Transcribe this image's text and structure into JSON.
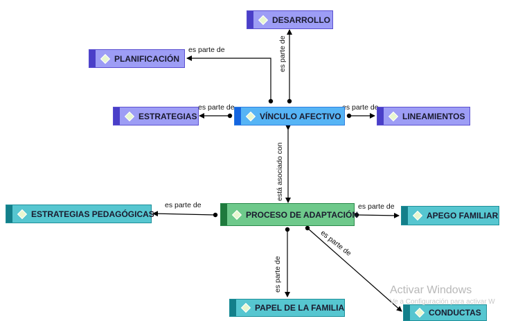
{
  "nodes": {
    "desarrollo": "DESARROLLO",
    "planificacion": "PLANIFICACIÓN",
    "estrategias": "ESTRATEGIAS",
    "vinculo": "VÍNCULO AFECTIVO",
    "lineamientos": "LINEAMIENTOS",
    "estrategias_pedagogicas": "ESTRATEGIAS PEDAGÓGICAS",
    "proceso": "PROCESO DE ADAPTACIÓN",
    "apego": "APEGO FAMILIAR",
    "papel": "PAPEL DE LA FAMILIA",
    "conductas": "CONDUCTAS"
  },
  "edges": {
    "desarrollo": "es parte de",
    "planificacion": "es parte de",
    "estrategias": "es parte de",
    "lineamientos": "es parte de",
    "asociado": "está asociado con",
    "estrategias_pedagogicas": "es parte de",
    "apego": "es parte de",
    "papel": "es parte de",
    "conductas": "es parte de"
  },
  "watermark": {
    "title": "Activar Windows",
    "subtitle": "Ve a Configuración para activar W"
  },
  "colors": {
    "purple": "#9d9df5",
    "blue": "#56b4f5",
    "green": "#6ec98b",
    "teal": "#56c6d0"
  }
}
